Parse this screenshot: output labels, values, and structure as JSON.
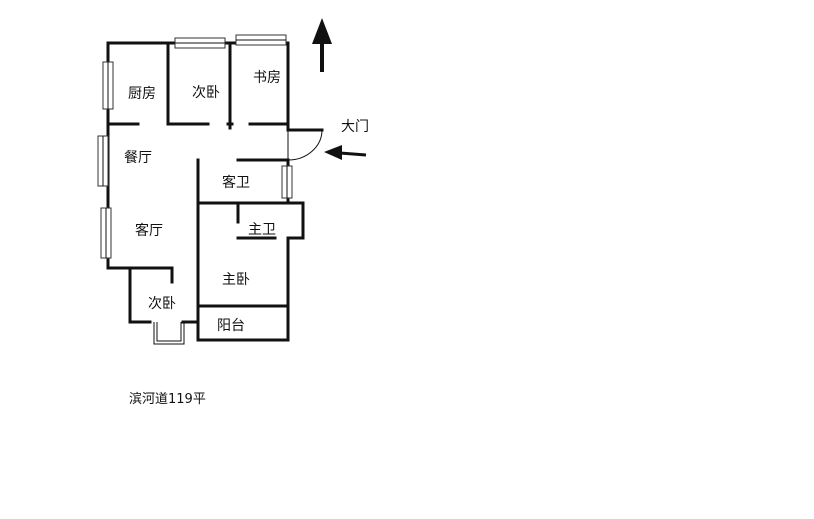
{
  "rooms": {
    "kitchen": "厨房",
    "second_bedroom_top": "次卧",
    "study": "书房",
    "dining": "餐厅",
    "guest_bath": "客卫",
    "living": "客厅",
    "master_bath": "主卫",
    "master_bedroom": "主卧",
    "second_bedroom_bottom": "次卧",
    "balcony": "阳台"
  },
  "entrance_label": "大门",
  "caption": "滨河道119平",
  "north_icon": "north-arrow-icon",
  "entrance_icon": "entrance-arrow-icon"
}
